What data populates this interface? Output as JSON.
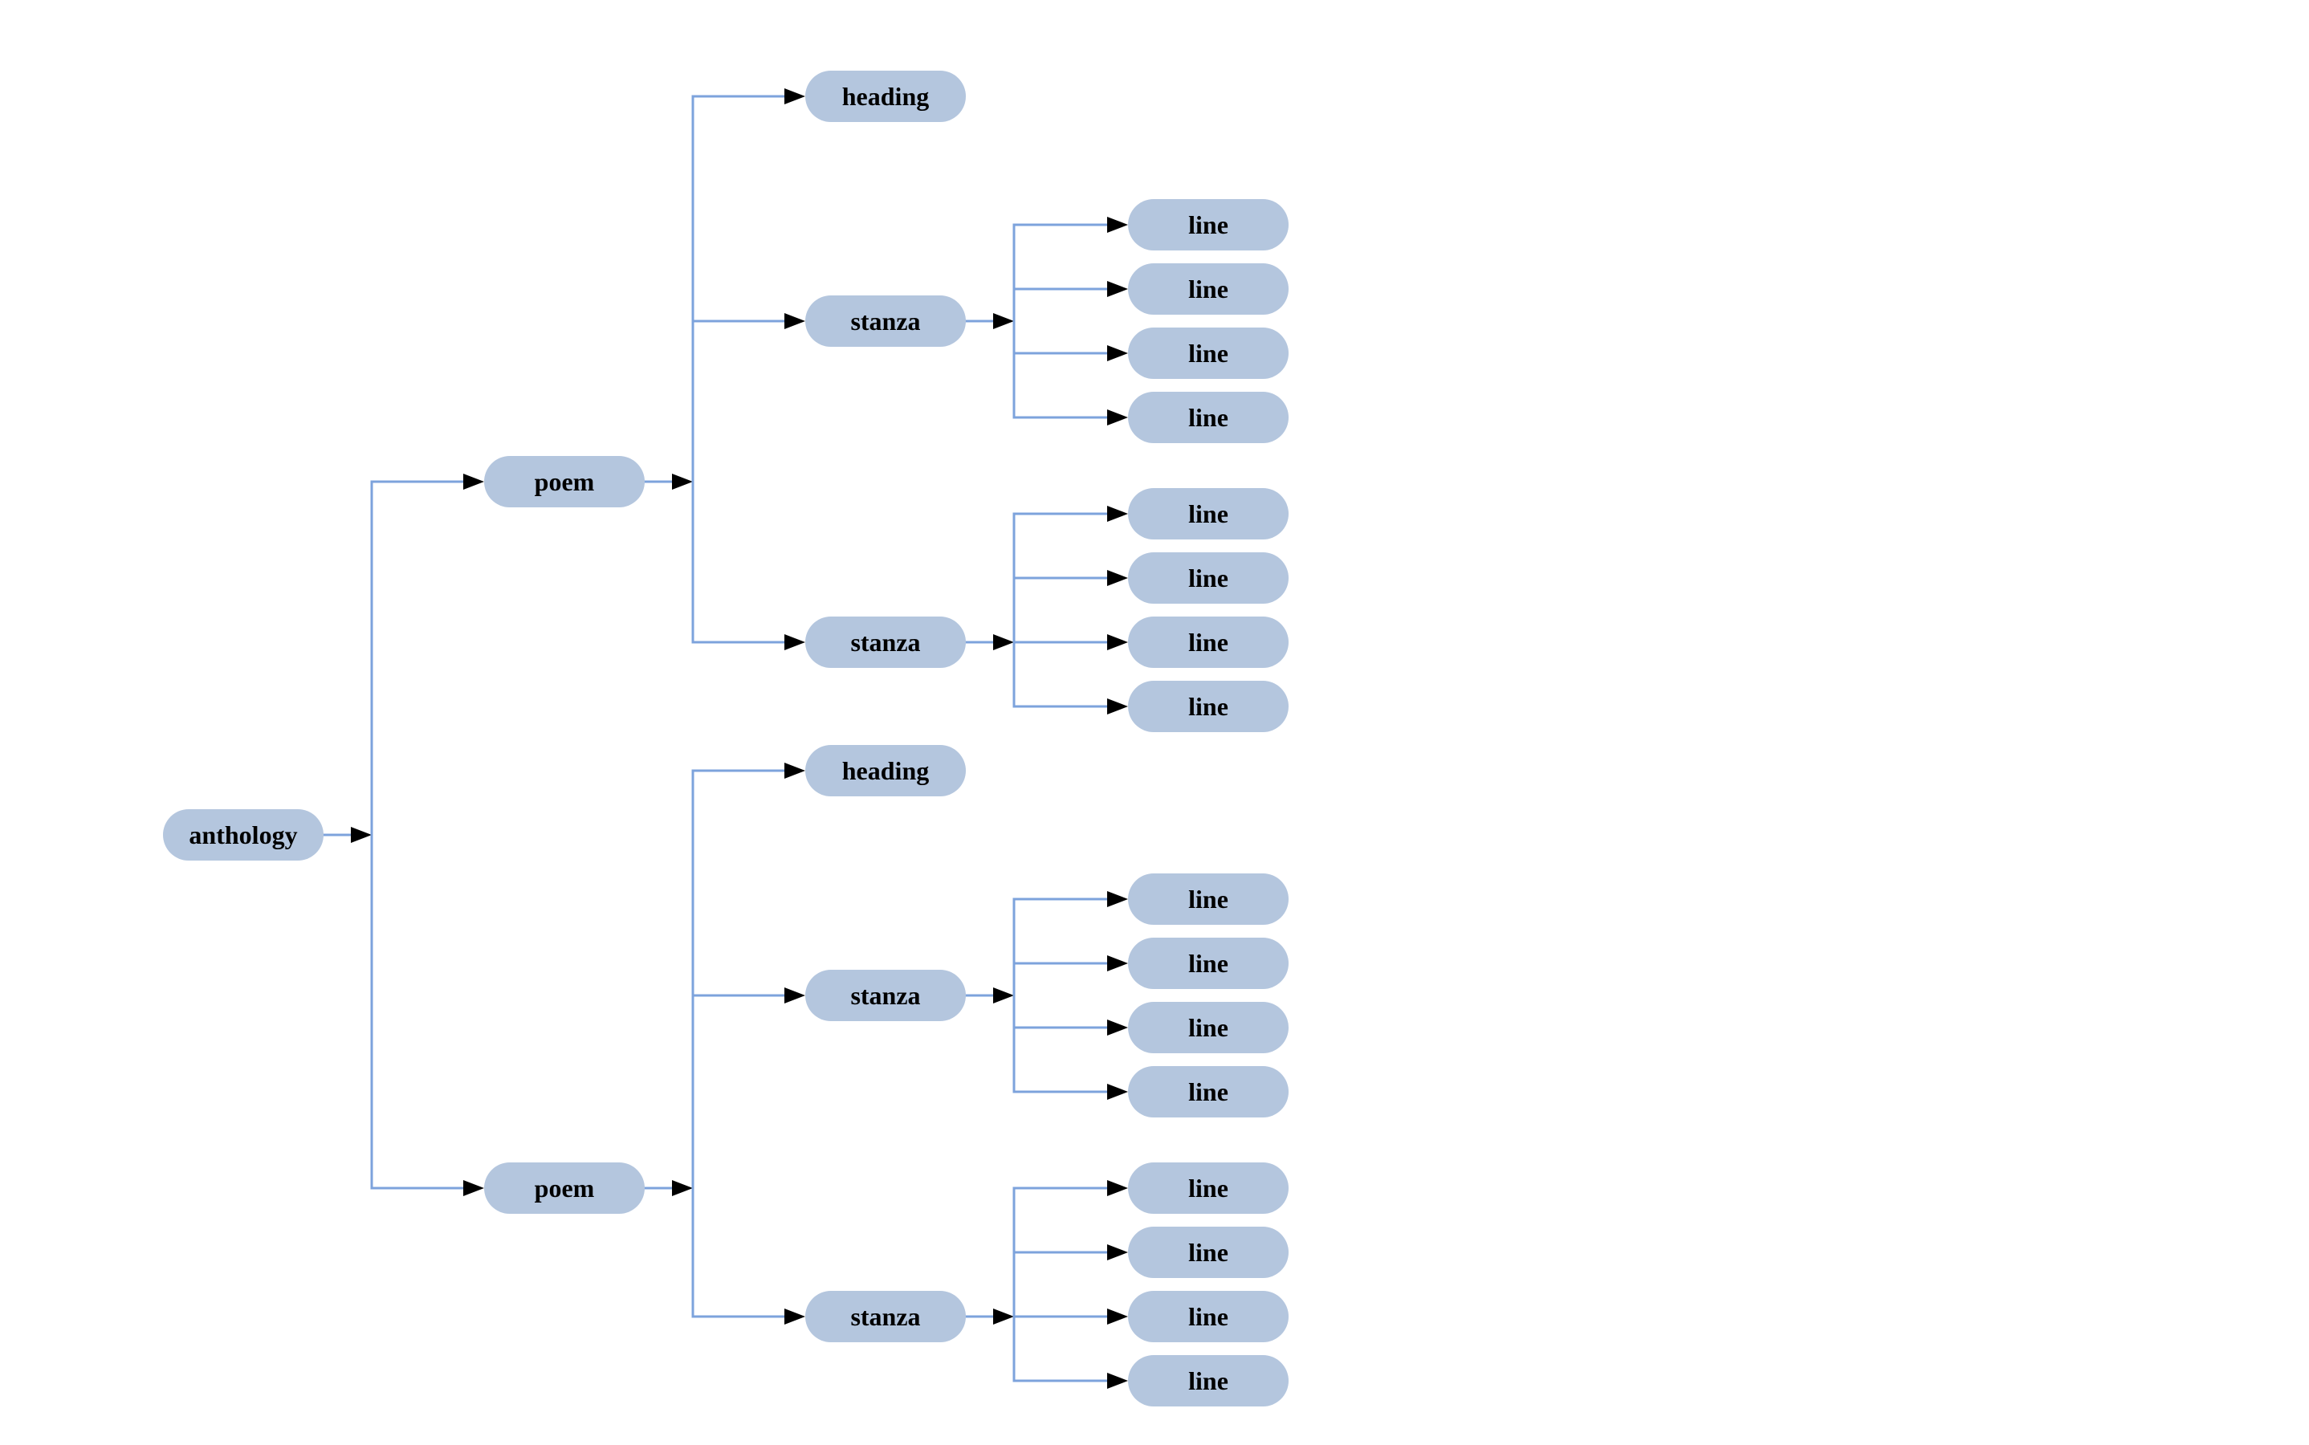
{
  "diagram": {
    "type": "tree",
    "orientation": "left-to-right",
    "colors": {
      "background": "#ffffff",
      "node_fill": "#b4c6de",
      "edge_line": "#7da3dc",
      "arrowhead": "#000000",
      "text": "#000000"
    },
    "nodes": [
      {
        "id": "anthology",
        "label": "anthology",
        "parent": null
      },
      {
        "id": "poem1",
        "label": "poem",
        "parent": "anthology"
      },
      {
        "id": "heading1",
        "label": "heading",
        "parent": "poem1"
      },
      {
        "id": "stanza1",
        "label": "stanza",
        "parent": "poem1"
      },
      {
        "id": "s1l1",
        "label": "line",
        "parent": "stanza1"
      },
      {
        "id": "s1l2",
        "label": "line",
        "parent": "stanza1"
      },
      {
        "id": "s1l3",
        "label": "line",
        "parent": "stanza1"
      },
      {
        "id": "s1l4",
        "label": "line",
        "parent": "stanza1"
      },
      {
        "id": "stanza2",
        "label": "stanza",
        "parent": "poem1"
      },
      {
        "id": "s2l1",
        "label": "line",
        "parent": "stanza2"
      },
      {
        "id": "s2l2",
        "label": "line",
        "parent": "stanza2"
      },
      {
        "id": "s2l3",
        "label": "line",
        "parent": "stanza2"
      },
      {
        "id": "s2l4",
        "label": "line",
        "parent": "stanza2"
      },
      {
        "id": "poem2",
        "label": "poem",
        "parent": "anthology"
      },
      {
        "id": "heading2",
        "label": "heading",
        "parent": "poem2"
      },
      {
        "id": "stanza3",
        "label": "stanza",
        "parent": "poem2"
      },
      {
        "id": "s3l1",
        "label": "line",
        "parent": "stanza3"
      },
      {
        "id": "s3l2",
        "label": "line",
        "parent": "stanza3"
      },
      {
        "id": "s3l3",
        "label": "line",
        "parent": "stanza3"
      },
      {
        "id": "s3l4",
        "label": "line",
        "parent": "stanza3"
      },
      {
        "id": "stanza4",
        "label": "stanza",
        "parent": "poem2"
      },
      {
        "id": "s4l1",
        "label": "line",
        "parent": "stanza4"
      },
      {
        "id": "s4l2",
        "label": "line",
        "parent": "stanza4"
      },
      {
        "id": "s4l3",
        "label": "line",
        "parent": "stanza4"
      },
      {
        "id": "s4l4",
        "label": "line",
        "parent": "stanza4"
      }
    ]
  }
}
